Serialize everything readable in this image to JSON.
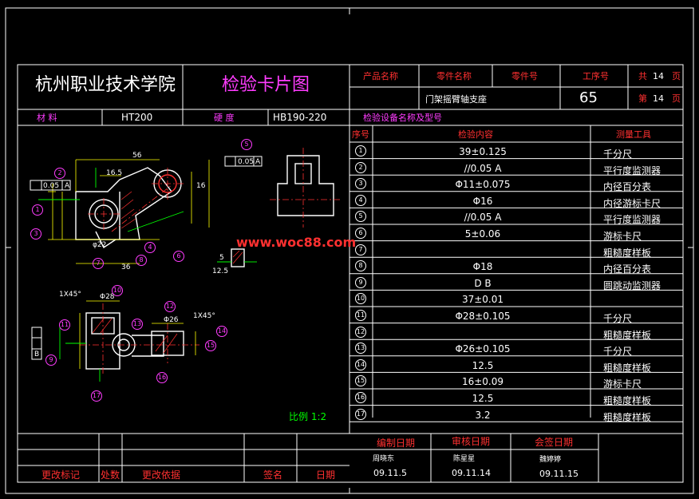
{
  "header": {
    "school": "杭州职业技术学院",
    "title": "检验卡片图",
    "product_name_label": "产品名称",
    "part_name_label": "零件名称",
    "part_no_label": "零件号",
    "process_no_label": "工序号",
    "total_label": "共",
    "total_pages": "14",
    "page_unit": "页",
    "page_label": "第",
    "page_no": "14",
    "part_name": "门架摇臂轴支座",
    "process_no": "65",
    "material_label": "材  料",
    "material": "HT200",
    "hardness_label": "硬  度",
    "hardness": "HB190-220",
    "equipment_label": "检验设备名称及型号"
  },
  "table": {
    "col_no": "序号",
    "col_content": "检验内容",
    "col_tool": "测量工具",
    "rows": [
      {
        "no": "1",
        "content": "39±0.125",
        "tool": "千分尺"
      },
      {
        "no": "2",
        "content": "//0.05 A",
        "tool": "平行度监测器"
      },
      {
        "no": "3",
        "content": "Φ11±0.075",
        "tool": "内径百分表"
      },
      {
        "no": "4",
        "content": "Φ16",
        "tool": "内径游标卡尺"
      },
      {
        "no": "5",
        "content": "//0.05 A",
        "tool": "平行度监测器"
      },
      {
        "no": "6",
        "content": "5±0.06",
        "tool": "游标卡尺"
      },
      {
        "no": "7",
        "content": "",
        "tool": "粗糙度样板"
      },
      {
        "no": "8",
        "content": "Φ18",
        "tool": "内径百分表"
      },
      {
        "no": "9",
        "content": "D B",
        "tool": "圆跳动监测器"
      },
      {
        "no": "10",
        "content": "37±0.01",
        "tool": ""
      },
      {
        "no": "11",
        "content": "Φ28±0.105",
        "tool": "千分尺"
      },
      {
        "no": "12",
        "content": "",
        "tool": "粗糙度样板"
      },
      {
        "no": "13",
        "content": "Φ26±0.105",
        "tool": "千分尺"
      },
      {
        "no": "14",
        "content": "12.5",
        "tool": "粗糙度样板"
      },
      {
        "no": "15",
        "content": "16±0.09",
        "tool": "游标卡尺"
      },
      {
        "no": "16",
        "content": "12.5",
        "tool": "粗糙度样板"
      },
      {
        "no": "17",
        "content": "3.2",
        "tool": "粗糙度样板"
      }
    ]
  },
  "drawing": {
    "watermark": "www.woc88.com",
    "scale": "比例 1:2",
    "dims": {
      "d56": "56",
      "d165": "16.5",
      "d36": "36",
      "d28": "Φ28",
      "d26": "Φ26",
      "chamfer": "1X45°",
      "tol": "0.05",
      "datum_a": "A",
      "datum_b": "B",
      "d5": "5",
      "d125": "12.5",
      "d16": "16",
      "phi22": "φ22"
    },
    "balloons": [
      "1",
      "2",
      "3",
      "4",
      "5",
      "6",
      "7",
      "8",
      "9",
      "10",
      "11",
      "12",
      "13",
      "14",
      "15",
      "16",
      "17"
    ]
  },
  "footer": {
    "compile_label": "编制日期",
    "review_label": "审核日期",
    "approve_label": "会签日期",
    "compiler": "周晓东",
    "reviewer": "陈星星",
    "approver": "魏婷婷",
    "compile_date": "09.11.5",
    "review_date": "09.11.14",
    "approve_date": "09.11.15",
    "change_mark_label": "更改标记",
    "count_label": "处数",
    "change_basis_label": "更改依据",
    "sign_label": "签名",
    "date_label": "日期"
  }
}
